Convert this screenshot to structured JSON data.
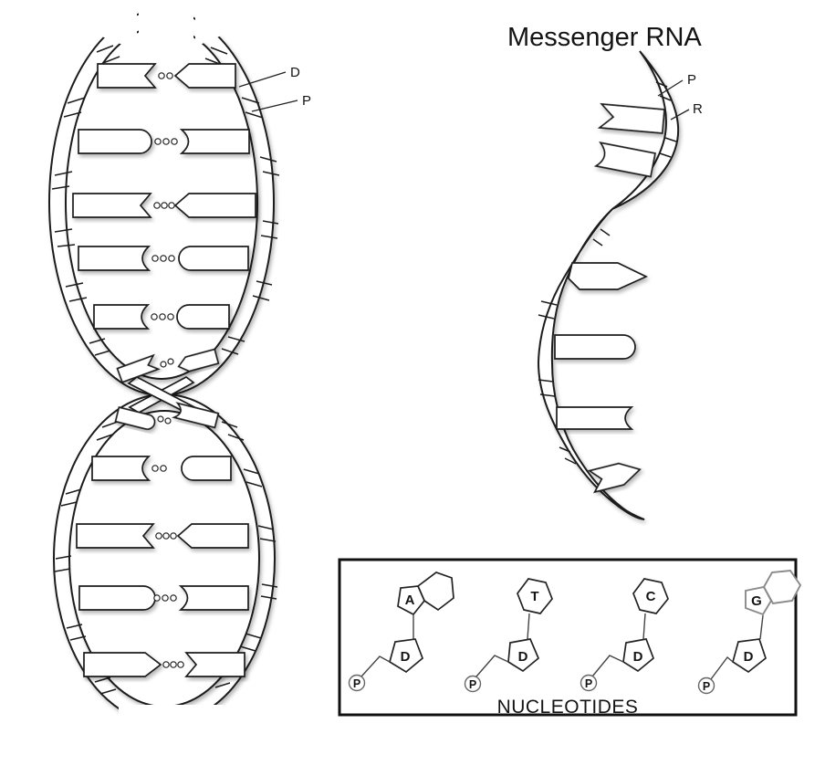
{
  "dna": {
    "labels": {
      "d": "D",
      "p": "P"
    },
    "hydrogen_bond_dots_upper": [
      2,
      3,
      3,
      3,
      3,
      2
    ],
    "hydrogen_bond_dots_lower": [
      2,
      2,
      3,
      3,
      3
    ]
  },
  "mrna": {
    "title": "Messenger RNA",
    "labels": {
      "p": "P",
      "r": "R"
    },
    "base_count": 6
  },
  "nucleotides": {
    "caption": "NUCLEOTIDES",
    "items": [
      {
        "base": "A",
        "sugar": "D",
        "phosphate": "P",
        "rings": 2,
        "shaded_ring": false
      },
      {
        "base": "T",
        "sugar": "D",
        "phosphate": "P",
        "rings": 1,
        "shaded_ring": false
      },
      {
        "base": "C",
        "sugar": "D",
        "phosphate": "P",
        "rings": 1,
        "shaded_ring": false
      },
      {
        "base": "G",
        "sugar": "D",
        "phosphate": "P",
        "rings": 2,
        "shaded_ring": true
      }
    ]
  },
  "colors": {
    "outline": "#1c1c1c",
    "fill": "#ffffff",
    "shade": "#ececec",
    "muted": "#8a8a8a"
  }
}
